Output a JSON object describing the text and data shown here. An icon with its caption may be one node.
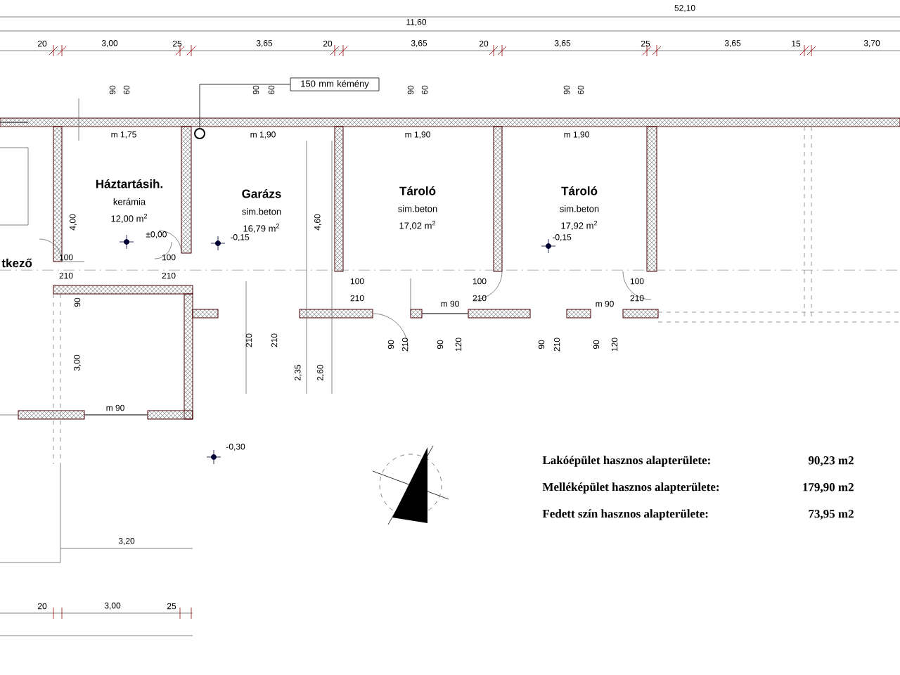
{
  "diagram": {
    "nodes": [
      {
        "text": [
          "Háztartásih.",
          "kerámia",
          "12,00 m$^{2}$"
        ]
      },
      {
        "text": [
          "Garázs",
          "sim.beton",
          "16,79 m$^{2}$"
        ]
      },
      {
        "text": [
          "Tároló",
          "sim.beton",
          "17,02 m$^{2}$"
        ]
      },
      {
        "text": [
          "Tároló",
          "sim.beton",
          "17,92 m$^{2}$"
        ]
      },
      {
        "text": [
          "tkező"
        ]
      },
      {
        "text": [
          "150 mm kémény"
        ]
      },
      {
        "text": [],
        "shape": "circle"
      }
    ],
    "edges": [
      {
        "from": 5,
        "to": 6,
        "arrow": "none"
      }
    ],
    "labels": [
      "52,10",
      "11,60",
      "20",
      "3,00",
      "25",
      "3,65",
      "20",
      "3,65",
      "20",
      "3,65",
      "25",
      "3,65",
      "15",
      "3,70",
      "90",
      "60",
      "90",
      "60",
      "90",
      "60",
      "90",
      "60",
      "m 1,75",
      "m 1,90",
      "m 1,90",
      "m 1,90",
      "4,00",
      "4,60",
      "±0,00",
      "-0,15",
      "-0,15",
      "100",
      "210",
      "100",
      "210",
      "100",
      "210",
      "100",
      "210",
      "100",
      "210",
      "90",
      "m 90",
      "m 90",
      "3,00",
      "210",
      "210",
      "2,35",
      "2,60",
      "90",
      "210",
      "90",
      "120",
      "90",
      "210",
      "90",
      "120",
      "m 90",
      "-0,30",
      "3,20",
      "20",
      "3,00",
      "25",
      "Lakóépület hasznos alapterülete:",
      "90,23 m2",
      "Melléképület hasznos alapterülete:",
      "179,90 m2",
      "Fedett szín hasznos alapterülete:",
      "73,95 m2"
    ]
  }
}
